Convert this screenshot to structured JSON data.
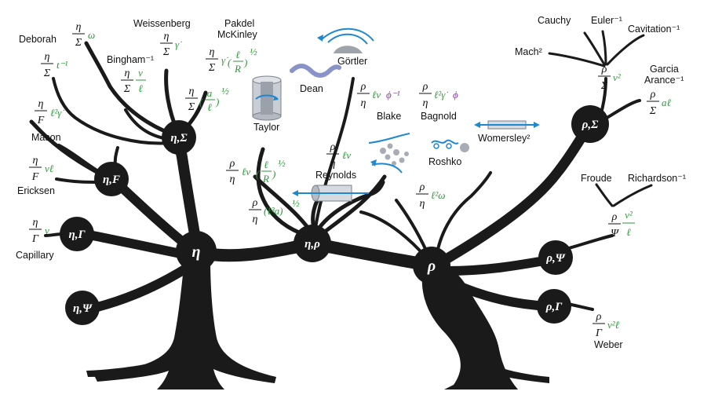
{
  "nodes": {
    "eta": "η",
    "rho": "ρ",
    "eta_rho": "η,ρ",
    "eta_sigma": "η,Σ",
    "eta_f": "η,F",
    "eta_gamma": "η,Γ",
    "eta_psi": "η,Ψ",
    "rho_sigma": "ρ,Σ",
    "rho_psi": "ρ,Ψ",
    "rho_gamma": "ρ,Γ"
  },
  "numbers": {
    "deborah": {
      "label": "Deborah",
      "num": "η",
      "den": "Σ",
      "rest": "ω"
    },
    "weissenberg": {
      "label": "Weissenberg",
      "num": "η",
      "den": "Σ",
      "rest": "γ̇"
    },
    "bingham": {
      "label": "Bingham⁻¹",
      "num": "η",
      "den": "Σ",
      "rest_num": "ν",
      "rest_den": "ℓ"
    },
    "pakdel": {
      "label1": "Pakdel",
      "label2": "McKinley",
      "num": "η",
      "den": "Σ",
      "rest": "γ̇",
      "in_num": "ℓ",
      "in_den": "R",
      "exp": "½"
    },
    "mason": {
      "label": "Mason",
      "num": "η",
      "den": "F",
      "rest": "ℓ²γ̇"
    },
    "mystery_t": {
      "num": "η",
      "den": "Σ",
      "rest": "t⁻¹"
    },
    "ericksen": {
      "label": "Ericksen",
      "num": "η",
      "den": "F",
      "rest": "νℓ"
    },
    "capillary": {
      "label": "Capillary",
      "num": "η",
      "den": "Γ",
      "rest": "ν"
    },
    "ratio_al": {
      "num": "η",
      "den": "Σ",
      "in_num": "a",
      "in_den": "ℓ",
      "exp": "½"
    },
    "taylor": {
      "label": "Taylor",
      "num": "ρ",
      "den": "η",
      "rest": "ℓν",
      "in_num": "ℓ",
      "in_den": "R",
      "exp": "½"
    },
    "dean": {
      "label": "Dean"
    },
    "gortler": {
      "label": "Görtler"
    },
    "reynolds": {
      "label": "Reynolds",
      "num": "ρ",
      "den": "η",
      "rest": "ℓν"
    },
    "l3a": {
      "num": "ρ",
      "den": "η",
      "rest": "(ℓ³a)",
      "exp": "½"
    },
    "blake": {
      "label": "Blake",
      "num": "ρ",
      "den": "η",
      "rest": "ℓν",
      "extra": "ϕ⁻¹"
    },
    "bagnold": {
      "label": "Bagnold",
      "num": "ρ",
      "den": "η",
      "rest": "ℓ²γ̇",
      "extra": "ϕ"
    },
    "roshko": {
      "label": "Roshko"
    },
    "womersley": {
      "label": "Womersley²",
      "num": "ρ",
      "den": "η",
      "rest": "ℓ²ω"
    },
    "cauchy": {
      "label": "Cauchy"
    },
    "euler": {
      "label": "Euler⁻¹"
    },
    "cavitation": {
      "label": "Cavitation⁻¹"
    },
    "mach": {
      "label": "Mach²",
      "num": "ρ",
      "den": "Σ",
      "rest": "ν²"
    },
    "garcia": {
      "label1": "Garcia",
      "label2": "Arance⁻¹",
      "num": "ρ",
      "den": "Σ",
      "rest": "aℓ"
    },
    "froude": {
      "label": "Froude"
    },
    "richardson": {
      "label": "Richardson⁻¹",
      "num": "ρ",
      "den": "Ψ",
      "rest_num": "ν²",
      "rest_den": "ℓ"
    },
    "weber": {
      "label": "Weber",
      "num": "ρ",
      "den": "Γ",
      "rest": "ν²ℓ"
    }
  },
  "colors": {
    "trunk": "#1a1a1a",
    "fraction": "#111111",
    "variables": "#2e9a3a",
    "volume_fraction": "#8a3fa0",
    "flow_arrows": "#1e88d0"
  }
}
